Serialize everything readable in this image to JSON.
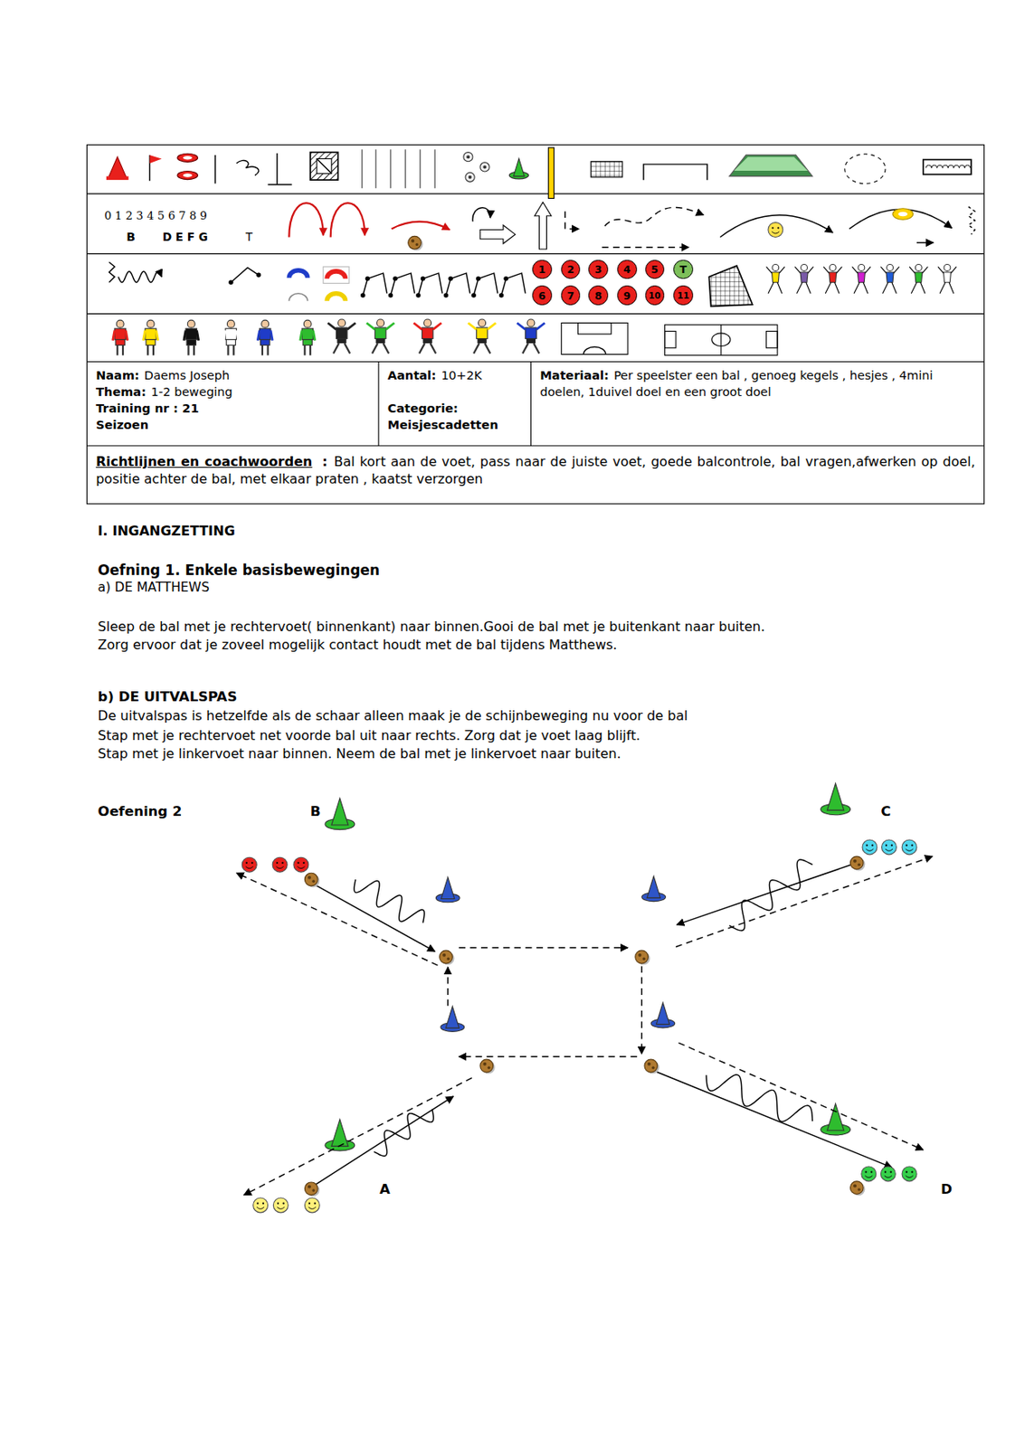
{
  "diagram": {
    "nodes": [
      {
        "text": [
          "1"
        ]
      },
      {
        "text": [
          "2"
        ]
      },
      {
        "text": [
          "3"
        ]
      },
      {
        "text": [
          "4"
        ]
      },
      {
        "text": [
          "5"
        ]
      },
      {
        "text": [
          "T"
        ]
      },
      {
        "text": [
          "6"
        ]
      },
      {
        "text": [
          "7"
        ]
      },
      {
        "text": [
          "8"
        ]
      },
      {
        "text": [
          "9"
        ]
      },
      {
        "text": [
          "10"
        ]
      },
      {
        "text": [
          "11"
        ]
      },
      {
        "text": [
          "Naam:",
          "Daems Joseph",
          "Thema:",
          "1-2 beweging",
          "Training nr : 21",
          "Seizoen"
        ]
      },
      {
        "text": [
          "Aantal:",
          "10+2K",
          "Categorie:",
          "Meisjescadetten"
        ]
      },
      {
        "text": [
          "Materiaal:",
          "Per speelster een bal , genoeg kegels , hesjes , 4mini doelen, 1duivel doel en een groot doel"
        ]
      },
      {
        "text": [
          "Richtlijnen en coachwoorden",
          ":",
          "Bal kort aan de voet, pass naar de juiste voet, goede balcontrole, bal vragen,afwerken op doel, positie achter de bal, met elkaar praten , kaatst verzorgen"
        ]
      }
    ],
    "labels": [
      "0 1 2 3 4 5 6 7 8 9",
      "B",
      "D E F G",
      "T",
      "I. INGANGZETTING",
      "Oefning 1. Enkele basisbewegingen",
      "a) DE MATTHEWS",
      "Sleep de bal met je rechtervoet( binnenkant) naar binnen.Gooi de bal met je buitenkant naar buiten.",
      "Zorg ervoor dat je zoveel mogelijk contact houdt met de bal tijdens Matthews.",
      "b) DE UITVALSPAS",
      "De uitvalspas is hetzelfde als de schaar alleen maak je de schijnbeweging nu voor de bal",
      "Stap met je rechtervoet net voorde bal uit naar rechts. Zorg dat je voet laag blijft.",
      "Stap met je linkervoet naar binnen. Neem de bal met je linkervoet naar buiten.",
      "Oefening 2",
      "B",
      "C",
      "A",
      "D"
    ]
  }
}
